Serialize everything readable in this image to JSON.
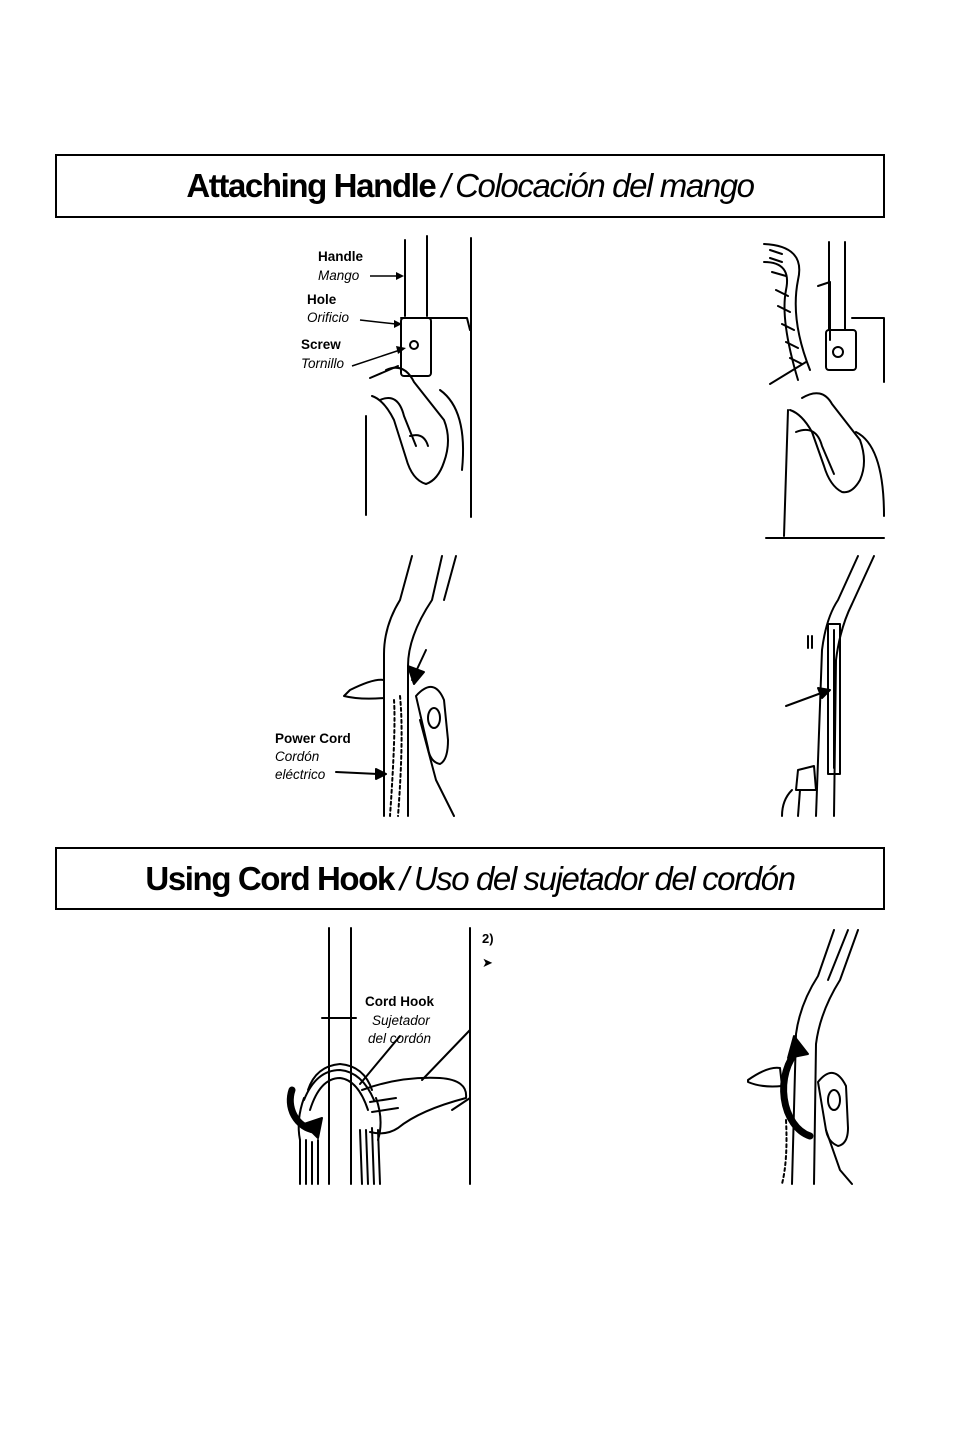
{
  "section1": {
    "title_en": "Attaching Handle",
    "separator": "/",
    "title_es": "Colocación del mango"
  },
  "section2": {
    "title_en": "Using Cord Hook",
    "separator": "/",
    "title_es": "Uso del sujetador del cordón"
  },
  "fig1": {
    "handle_en": "Handle",
    "handle_es": "Mango",
    "hole_en": "Hole",
    "hole_es": "Orificio",
    "screw_en": "Screw",
    "screw_es": "Tornillo"
  },
  "fig3": {
    "cord_en": "Power Cord",
    "cord_es_1": "Cordón",
    "cord_es_2": "eléctrico"
  },
  "fig5": {
    "hook_en": "Cord Hook",
    "hook_es_1": "Sujetador",
    "hook_es_2": "del cordón"
  },
  "step2": {
    "number": "2)",
    "bullet": "➤"
  }
}
